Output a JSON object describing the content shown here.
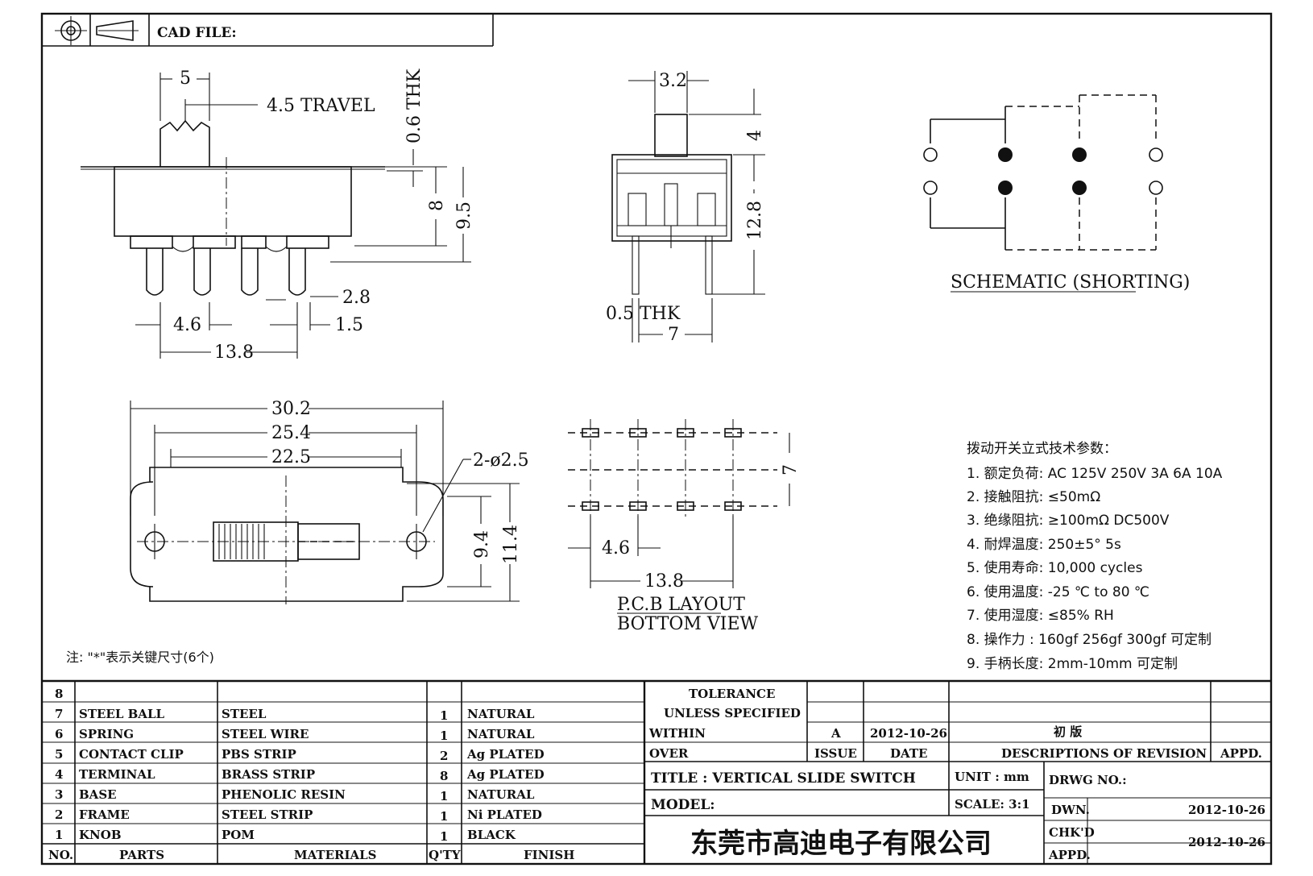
{
  "header": {
    "cad_file_label": "CAD FILE:"
  },
  "side_view": {
    "dim_knob_width": "5",
    "dim_travel": "4.5 TRAVEL",
    "dim_frame_thk": "0.6 THK",
    "dim_height_8": "8",
    "dim_height_9_5": "9.5",
    "dim_terminal_gap": "2.8",
    "dim_pitch": "4.6",
    "dim_terminal_width": "1.5",
    "dim_terminal_span": "13.8"
  },
  "front_view": {
    "dim_knob_width": "3.2",
    "dim_knob_height": "4",
    "dim_total_height": "12.8",
    "dim_pin_thk": "0.5 THK",
    "dim_pin_span": "7"
  },
  "schematic": {
    "title": "SCHEMATIC (SHORTING)"
  },
  "top_view": {
    "dim_30_2": "30.2",
    "dim_25_4": "25.4",
    "dim_22_5": "22.5",
    "dim_hole": "2-ø2.5",
    "dim_9_4": "9.4",
    "dim_11_4": "11.4"
  },
  "pcb_layout": {
    "dim_7": "7",
    "dim_4_6": "4.6",
    "dim_13_8": "13.8",
    "title_line1": "P.C.B LAYOUT",
    "title_line2": "BOTTOM VIEW"
  },
  "specs": {
    "heading": "拨动开关立式技术参数：",
    "items": [
      "1.  额定负荷: AC 125V 250V   3A   6A   10A",
      "2.  接触阻抗:  ≤50mΩ",
      "3.  绝缘阻抗:  ≥100mΩ   DC500V",
      "4.  耐焊温度: 250±5°  5s",
      "5.  使用寿命: 10,000 cycles",
      "6.  使用温度: -25  ℃   to 80  ℃",
      "7.  使用湿度:  ≤85% RH",
      "8.  操作力 : 160gf    256gf    300gf   可定制",
      "9.  手柄长度: 2mm-10mm   可定制"
    ]
  },
  "note": "注: \"*\"表示关键尺寸(6个)",
  "parts_table": {
    "headers": {
      "no": "NO.",
      "parts": "PARTS",
      "materials": "MATERIALS",
      "qty": "Q'TY",
      "finish": "FINISH"
    },
    "rows": [
      {
        "no": "8",
        "part": "",
        "material": "",
        "qty": "",
        "finish": ""
      },
      {
        "no": "7",
        "part": "STEEL BALL",
        "material": "STEEL",
        "qty": "1",
        "finish": "NATURAL"
      },
      {
        "no": "6",
        "part": "SPRING",
        "material": "STEEL WIRE",
        "qty": "1",
        "finish": "NATURAL"
      },
      {
        "no": "5",
        "part": "CONTACT CLIP",
        "material": "PBS STRIP",
        "qty": "2",
        "finish": "Ag PLATED"
      },
      {
        "no": "4",
        "part": "TERMINAL",
        "material": "BRASS STRIP",
        "qty": "8",
        "finish": "Ag PLATED"
      },
      {
        "no": "3",
        "part": "BASE",
        "material": "PHENOLIC RESIN",
        "qty": "1",
        "finish": "NATURAL"
      },
      {
        "no": "2",
        "part": "FRAME",
        "material": "STEEL STRIP",
        "qty": "1",
        "finish": "Ni PLATED"
      },
      {
        "no": "1",
        "part": "KNOB",
        "material": "POM",
        "qty": "1",
        "finish": "BLACK"
      }
    ]
  },
  "title_block": {
    "tolerance_line1": "TOLERANCE",
    "tolerance_line2": "UNLESS  SPECIFIED",
    "within": "WITHIN",
    "over": "OVER",
    "revision_issue": "A",
    "revision_date": "2012-10-26",
    "revision_desc": "初  版",
    "issue_label": "ISSUE",
    "date_label": "DATE",
    "desc_label": "DESCRIPTIONS OF REVISION",
    "appd_label": "APPD.",
    "title": "TITLE :  VERTICAL SLIDE SWITCH",
    "unit": "UNIT :  mm",
    "drwg_no": "DRWG NO.:",
    "model": "MODEL:",
    "scale": "SCALE:  3:1",
    "dwn_label": "DWN.",
    "dwn_date": "2012-10-26",
    "chkd_label": "CHK'D",
    "chkd_date": "2012-10-26",
    "appd2_label": "APPD.",
    "company": "东莞市高迪电子有限公司"
  }
}
